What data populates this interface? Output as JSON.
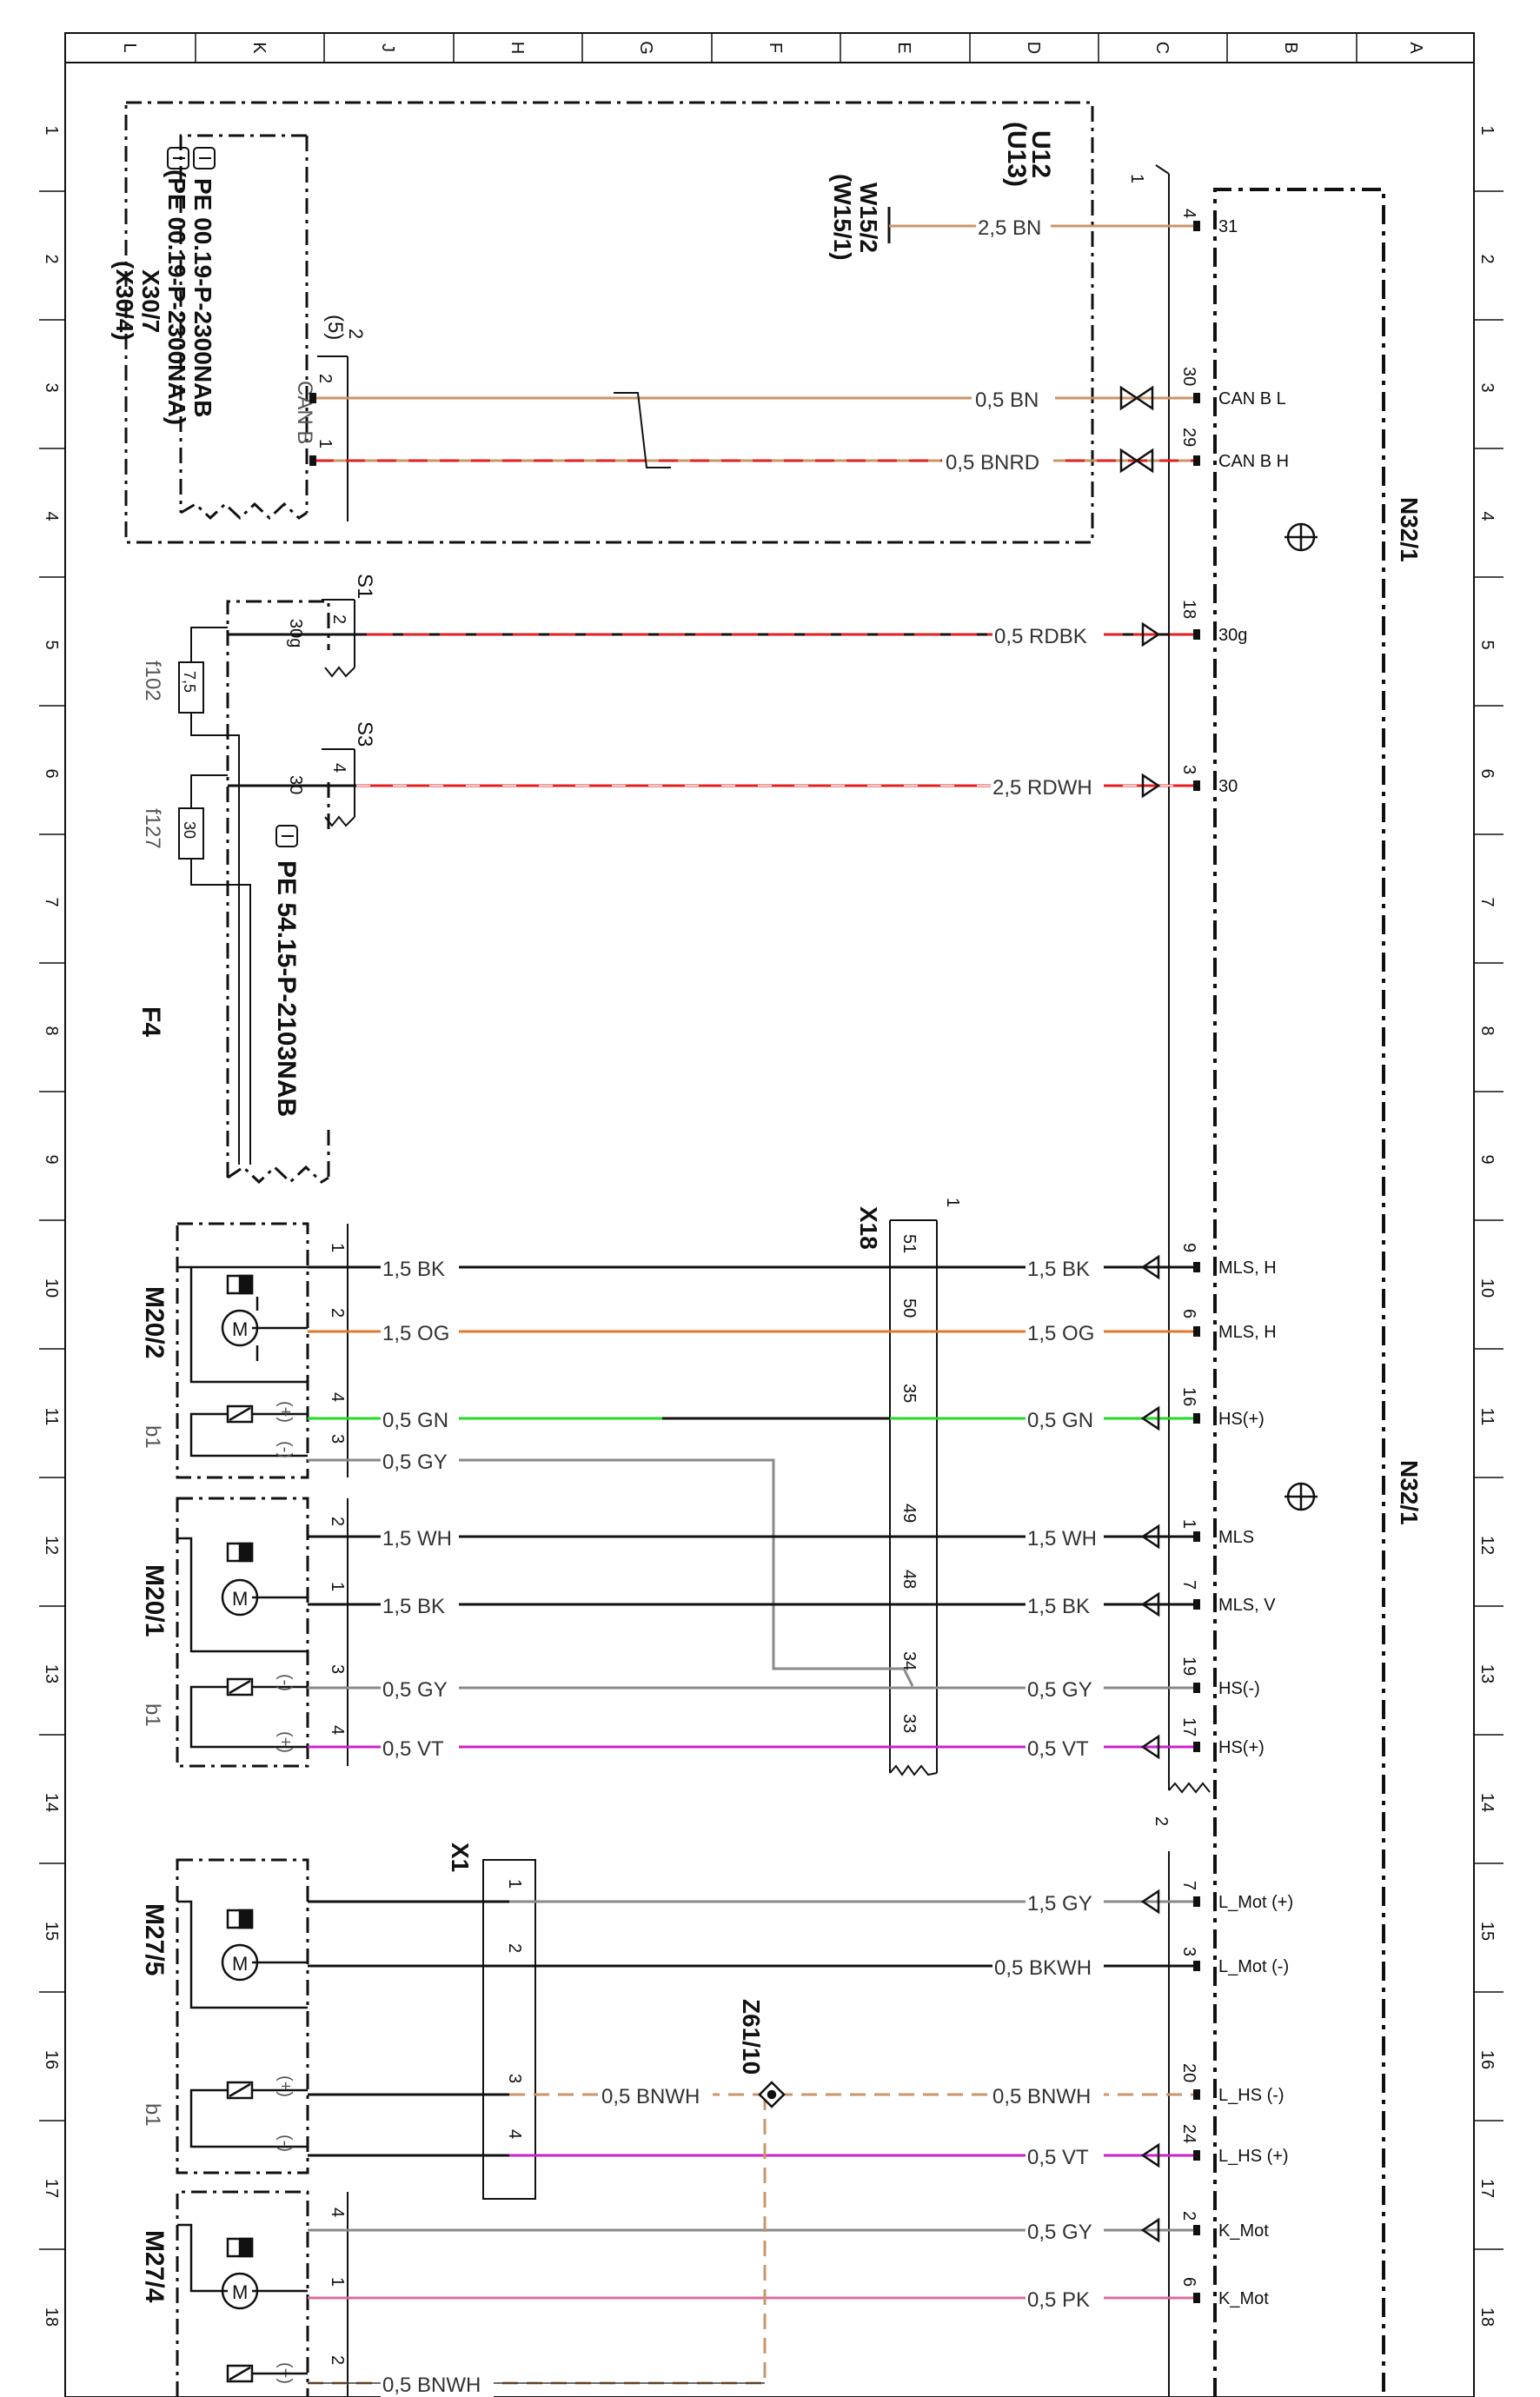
{
  "grid": {
    "columns": [
      "L",
      "K",
      "J",
      "H",
      "G",
      "F",
      "E",
      "D",
      "C",
      "B",
      "A"
    ],
    "rows": [
      "1",
      "2",
      "3",
      "4",
      "5",
      "6",
      "7",
      "8",
      "9",
      "10",
      "11",
      "12",
      "13",
      "14",
      "15",
      "16",
      "17",
      "18"
    ]
  },
  "components": {
    "u12": "U12",
    "u13": "(U13)",
    "w152": "W15/2",
    "w151": "(W15/1)",
    "x307": "X30/7",
    "x304": "(X30/4)",
    "pe1": "PE 00.19-P-2300NAB",
    "pe2": "(PE 00.19-P-2300NAA)",
    "canb": "CAN B",
    "pin2": "2",
    "pin5": "(5)",
    "n321": "N32/1",
    "n321b": "N32/1",
    "s1": "S1",
    "s3": "S3",
    "f102": "f102",
    "f127": "f127",
    "fuse75": "7,5",
    "fuse30": "30",
    "f4": "F4",
    "pe3": "PE 54.15-P-2103NAB",
    "x18": "X18",
    "x1": "X1",
    "z6110": "Z61/10",
    "m202": "M20/2",
    "m201": "M20/1",
    "m275": "M27/5",
    "m274": "M27/4",
    "b1a": "b1",
    "b1b": "b1",
    "b1c": "b1",
    "conn1": "1",
    "conn2": "2",
    "x18pin1": "1"
  },
  "wires": {
    "w31": "2,5 BN",
    "wcanl": "0,5 BN",
    "wcanh": "0,5 BNRD",
    "w30g": "0,5 RDBK",
    "w30": "2,5 RDWH",
    "r10l": "1,5 BK",
    "r10r": "1,5 BK",
    "r105l": "1,5 OG",
    "r105r": "1,5 OG",
    "r11l": "0,5 GN",
    "r11r": "0,5 GN",
    "r115l": "0,5 GY",
    "r12l": "1,5 WH",
    "r12r": "1,5 WH",
    "r125l": "1,5 BK",
    "r125r": "1,5 BK",
    "r13l": "0,5 GY",
    "r13r": "0,5 GY",
    "r135l": "0,5 VT",
    "r135r": "0,5 VT",
    "r15": "1,5 GY",
    "r155": "0,5 BKWH",
    "r16l": "0,5 BNWH",
    "r16r": "0,5 BNWH",
    "r165": "0,5 VT",
    "r17": "0,5 GY",
    "r18": "0,5 PK",
    "r185": "0,5 BNWH"
  },
  "pins": {
    "p4": "4",
    "p30": "30",
    "p29": "29",
    "p18": "18",
    "p3": "3",
    "p9": "9",
    "p6": "6",
    "p16": "16",
    "p1": "1",
    "p7": "7",
    "p19": "19",
    "p17": "17",
    "q7": "7",
    "q3": "3",
    "q20": "20",
    "q24": "24",
    "q2": "2",
    "q6": "6",
    "x51": "51",
    "x50": "50",
    "x35": "35",
    "x49": "49",
    "x48": "48",
    "x34": "34",
    "x33": "33",
    "k1": "1",
    "k2": "2",
    "k3": "3",
    "k4": "4",
    "canl2": "2",
    "canh1": "1",
    "s1p": "2",
    "s3p": "4",
    "t30g": "30g",
    "t30": "30",
    "a1": "1",
    "a2": "2",
    "a4": "4",
    "a3": "3",
    "b2": "2",
    "b1": "1",
    "b3": "3",
    "b4": "4",
    "c4": "4",
    "c1": "1",
    "c2": "2"
  },
  "labels": {
    "t31": "31",
    "tcanl": "CAN B L",
    "tcanh": "CAN B H",
    "t30g": "30g",
    "t30": "30",
    "mlsh1": "MLS, H",
    "mlsh2": "MLS, H",
    "hsp1": "HS(+)",
    "mls": "MLS",
    "mlsv": "MLS, V",
    "hsm": "HS(-)",
    "hsp2": "HS(+)",
    "lmotp": "L_Mot (+)",
    "lmotm": "L_Mot (-)",
    "lhsm": "L_HS (-)",
    "lhsp": "L_HS (+)",
    "kmot1": "K_Mot",
    "kmot2": "K_Mot"
  },
  "colors": {
    "BN": "#c9956a",
    "RD": "#e32020",
    "GN": "#22dd22",
    "GY": "#8a8a8a",
    "OG": "#e07a2a",
    "VT": "#cc22cc",
    "PK": "#dd6ba0",
    "BK": "#111111",
    "frame": "#111111"
  }
}
